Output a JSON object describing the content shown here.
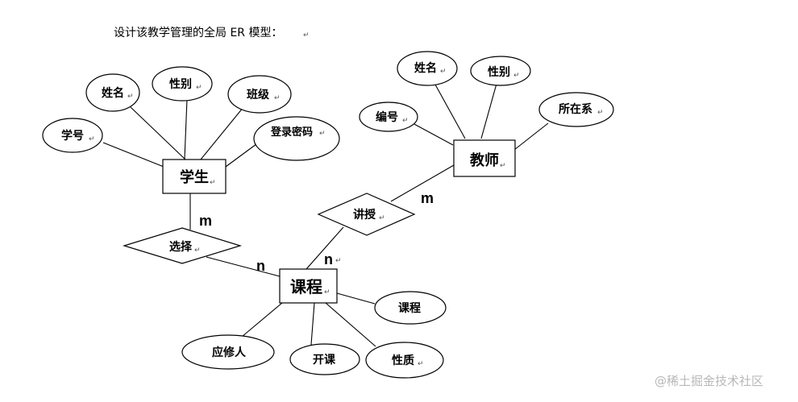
{
  "heading": "设计该教学管理的全局 ER 模型：",
  "entities": {
    "student": "学生",
    "teacher": "教师",
    "course": "课程"
  },
  "relationships": {
    "select": "选择",
    "teach": "讲授"
  },
  "attributes": {
    "student": [
      "姓名",
      "性别",
      "班级",
      "学号",
      "登录密码"
    ],
    "teacher": [
      "姓名",
      "性别",
      "编号",
      "所在系"
    ],
    "course": [
      "课程",
      "应修人",
      "开课",
      "性质"
    ]
  },
  "cardinalities": {
    "student_select": "m",
    "select_course": "n",
    "course_teach": "n",
    "teach_teacher": "m"
  },
  "watermark": "@稀土掘金技术社区"
}
